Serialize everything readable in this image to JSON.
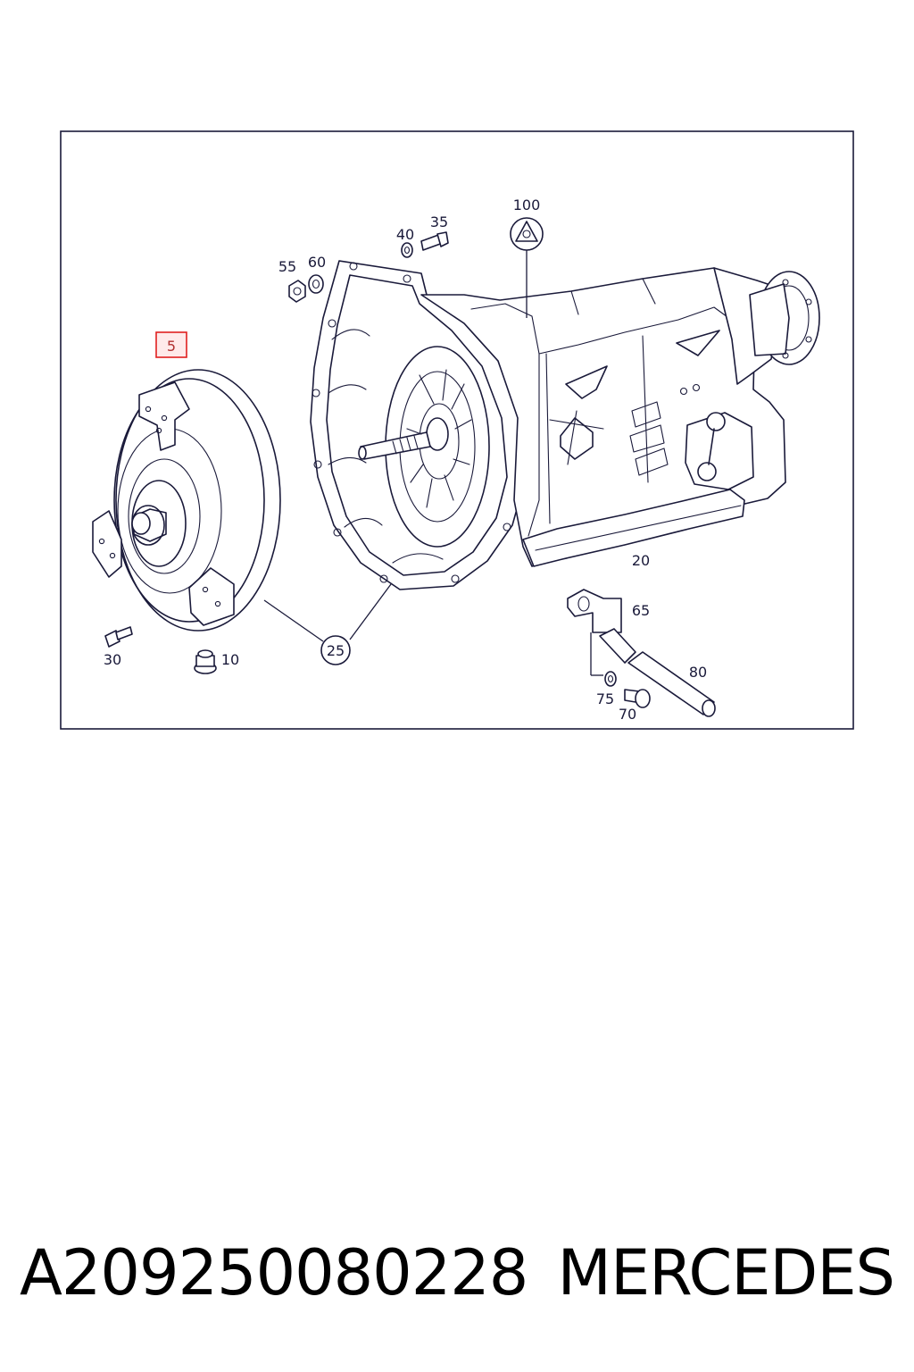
{
  "diagram": {
    "callouts": {
      "c5": "5",
      "c10": "10",
      "c20": "20",
      "c25": "25",
      "c30": "30",
      "c35": "35",
      "c40": "40",
      "c55": "55",
      "c60": "60",
      "c65": "65",
      "c70": "70",
      "c75": "75",
      "c80": "80",
      "c100": "100"
    },
    "highlighted_callout": "5",
    "highlight_color": "#e02020"
  },
  "caption": {
    "part_number": "A209250080228",
    "brand": "MERCEDES"
  }
}
